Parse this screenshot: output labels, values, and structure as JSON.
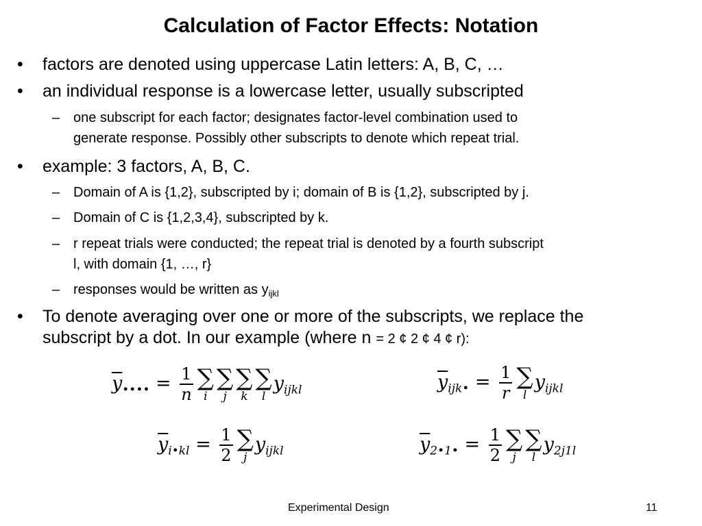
{
  "title": "Calculation of Factor Effects: Notation",
  "bullet_symbol": "•",
  "dash_symbol": "–",
  "bullets": {
    "b1": "factors are denoted using uppercase Latin letters: A, B, C, …",
    "b2": "an individual response is a lowercase letter, usually subscripted",
    "b2_s1_l1": "one subscript for each factor; designates factor-level combination used to",
    "b2_s1_l2": "generate response.  Possibly other subscripts to denote which repeat trial.",
    "b3": "example: 3 factors, A, B, C.",
    "b3_s1": "Domain of A is {1,2}, subscripted by i; domain of B is {1,2}, subscripted by j.",
    "b3_s2": "Domain of C is {1,2,3,4}, subscripted by k.",
    "b3_s3_l1": "r repeat trials were conducted; the repeat trial is denoted by a fourth subscript",
    "b3_s3_l2": "l, with domain {1, …, r}",
    "b3_s4_text": "responses would be written as y",
    "b3_s4_sub": "ijkl",
    "b4_l1": "To denote averaging over one or more of the subscripts, we replace the",
    "b4_l2_pre": "subscript by a dot. In our example (where n ",
    "b4_l2_formula": "= 2 ¢ 2 ¢ 4 ¢ r):"
  },
  "equations": {
    "eq1": {
      "lhs": "y",
      "lhs_sub": "••••",
      "eq": "=",
      "num": "1",
      "den": "n",
      "sums": [
        "i",
        "j",
        "k",
        "l"
      ],
      "rhs": "y",
      "rhs_sub": "ijkl"
    },
    "eq2": {
      "lhs": "y",
      "lhs_sub": "ijk•",
      "eq": "=",
      "num": "1",
      "den": "r",
      "sums": [
        "l"
      ],
      "rhs": "y",
      "rhs_sub": "ijkl"
    },
    "eq3": {
      "lhs": "y",
      "lhs_sub": "i•kl",
      "eq": "=",
      "num": "1",
      "den": "2",
      "sums": [
        "j"
      ],
      "rhs": "y",
      "rhs_sub": "ijkl"
    },
    "eq4": {
      "lhs": "y",
      "lhs_sub": "2•1•",
      "eq": "=",
      "num": "1",
      "den": "2",
      "sums": [
        "j",
        "l"
      ],
      "rhs": "y",
      "rhs_sub": "2j1l"
    },
    "sigma": "∑"
  },
  "footer": {
    "center": "Experimental Design",
    "page": "11"
  }
}
